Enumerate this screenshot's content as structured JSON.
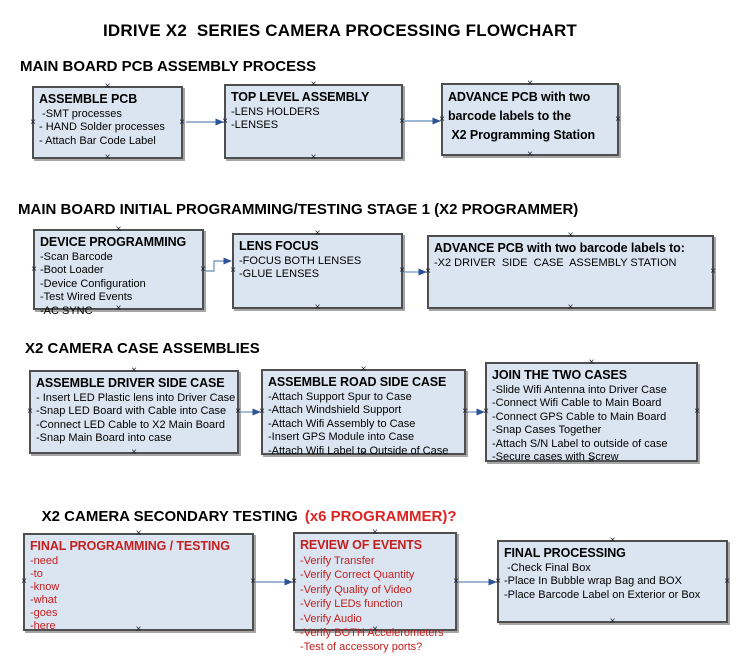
{
  "title": "IDRIVE X2  SERIES CAMERA PROCESSING FLOWCHART",
  "sections": [
    {
      "heading": "MAIN BOARD PCB ASSEMBLY PROCESS"
    },
    {
      "heading": "MAIN BOARD INITIAL PROGRAMMING/TESTING STAGE 1 (X2 PROGRAMMER)"
    },
    {
      "heading": "X2 CAMERA CASE ASSEMBLIES"
    },
    {
      "heading": "X2 CAMERA SECONDARY TESTING",
      "heading_suffix": "(x6 PROGRAMMER)?"
    }
  ],
  "boxes": [
    {
      "title": "ASSEMBLE PCB",
      "color": "black",
      "items": [
        " -SMT processes",
        "- HAND Solder processes",
        "- Attach Bar Code Label"
      ]
    },
    {
      "title": "TOP LEVEL ASSEMBLY",
      "color": "black",
      "items": [
        "-LENS HOLDERS",
        "-LENSES"
      ]
    },
    {
      "title": "ADVANCE PCB with two\nbarcode labels to the\n X2 Programming Station",
      "color": "black",
      "items": []
    },
    {
      "title": "DEVICE PROGRAMMING",
      "color": "black",
      "items": [
        "-Scan Barcode",
        "-Boot Loader",
        "-Device Configuration",
        "-Test Wired Events",
        "-AC SYNC"
      ]
    },
    {
      "title": "LENS FOCUS",
      "color": "black",
      "items": [
        "-FOCUS BOTH LENSES",
        "-GLUE LENSES"
      ]
    },
    {
      "title": "ADVANCE PCB with two barcode labels to:",
      "color": "black",
      "items": [
        "-X2 DRIVER  SIDE  CASE  ASSEMBLY STATION"
      ]
    },
    {
      "title": "ASSEMBLE DRIVER SIDE CASE",
      "color": "black",
      "items": [
        "- Insert LED Plastic lens into Driver Case",
        "-Snap LED Board with Cable into Case",
        "-Connect LED Cable to X2 Main Board",
        "-Snap Main Board into case"
      ]
    },
    {
      "title": "ASSEMBLE ROAD SIDE CASE",
      "color": "black",
      "items": [
        "-Attach Support Spur to Case",
        "-Attach Windshield Support",
        "-Attach Wifi Assembly to Case",
        "-Insert GPS Module into Case",
        "-Attach Wifi Label to Outside of Case"
      ]
    },
    {
      "title": "JOIN THE TWO CASES",
      "color": "black",
      "items": [
        "-Slide Wifi Antenna into Driver Case",
        "-Connect Wifi Cable to Main Board",
        "-Connect GPS Cable to Main Board",
        "-Snap Cases Together",
        "-Attach S/N Label to outside of case",
        "-Secure cases with Screw"
      ]
    },
    {
      "title": "FINAL PROGRAMMING / TESTING",
      "color": "red",
      "items": [
        "-need",
        "-to",
        "-know",
        "-what",
        "-goes",
        "-here"
      ]
    },
    {
      "title": "REVIEW OF EVENTS",
      "color": "red",
      "items": [
        "-Verify Transfer",
        "-Verify Correct Quantity",
        "-Verify Quality of Video",
        "-Verify LEDs function",
        "-Verify Audio",
        "-Verify BOTH Accelerometers",
        "-Test of accessory ports?"
      ]
    },
    {
      "title": "FINAL PROCESSING",
      "color": "black",
      "items": [
        " -Check Final Box",
        "-Place In Bubble wrap Bag and BOX",
        "-Place Barcode Label on Exterior or Box"
      ]
    }
  ],
  "connection_handle_glyph": "×",
  "colors": {
    "box_fill": "#dbe5f1",
    "box_border": "#4f4f4f",
    "box_shadow": "#a6a6a6",
    "red_text": "#c42020",
    "heading_red": "#dd2222",
    "arrow_line": "#7f9fc6",
    "arrow_head": "#2f5496"
  }
}
